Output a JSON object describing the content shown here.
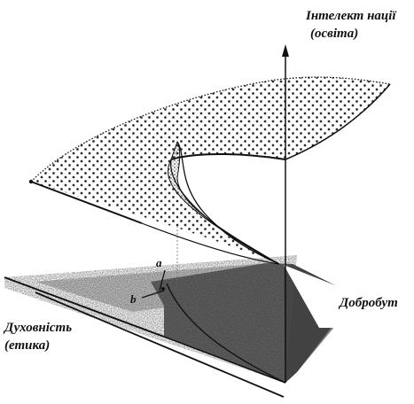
{
  "labels": {
    "intellect_line1": "Інтелект нації",
    "intellect_line2": "(освіта)",
    "welfare": "Добробут",
    "spirit_line1": "Духовність",
    "spirit_line2": "(етика)",
    "point_a": "a",
    "point_b": "b"
  },
  "colors": {
    "ink": "#111111",
    "dots": "#2a2a2a",
    "plane_dark": "#3a3a3a",
    "background": "#ffffff"
  }
}
